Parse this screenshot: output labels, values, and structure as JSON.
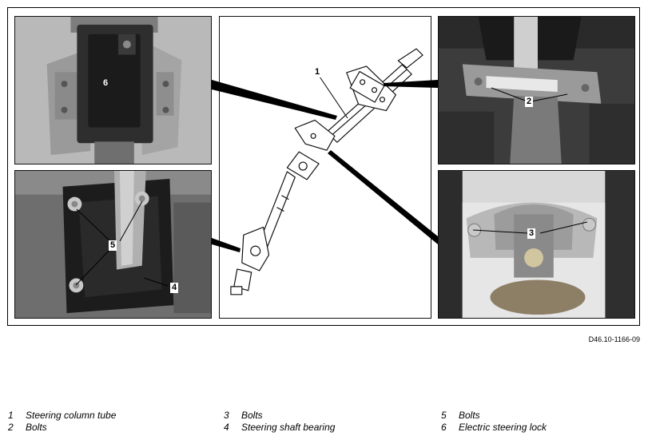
{
  "reference_code": "D46.10-1166-09",
  "callouts": {
    "tube": "1",
    "bolts_top": "2",
    "bolts_lower": "3",
    "bearing": "4",
    "bolts_bearing": "5",
    "lock": "6"
  },
  "legend": [
    {
      "num": "1",
      "text": "Steering column tube"
    },
    {
      "num": "2",
      "text": "Bolts"
    },
    {
      "num": "3",
      "text": "Bolts"
    },
    {
      "num": "4",
      "text": "Steering shaft bearing"
    },
    {
      "num": "5",
      "text": "Bolts"
    },
    {
      "num": "6",
      "text": "Electric steering lock"
    }
  ]
}
